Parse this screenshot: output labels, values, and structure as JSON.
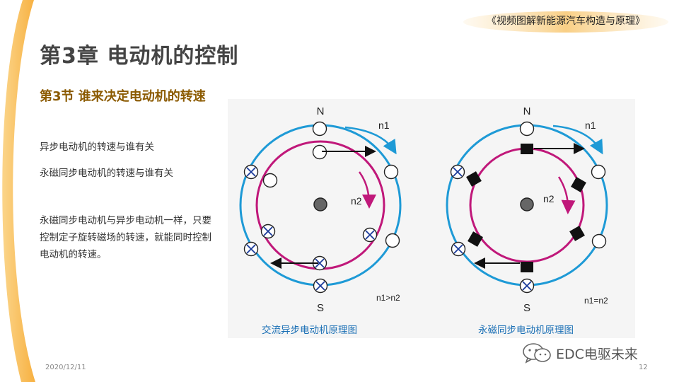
{
  "header": {
    "book_title": "《视频图解新能源汽车构造与原理》"
  },
  "chapter_title": "第3章  电动机的控制",
  "section_title": "第3节  谁来决定电动机的转速",
  "questions": [
    "异步电动机的转速与谁有关",
    "永磁同步电动机的转速与谁有关"
  ],
  "paragraph": "永磁同步电动机与异步电动机一样，只要控制定子旋转磁场的转速，就能同时控制电动机的转速。",
  "diagram_left": {
    "caption": "交流异步电动机原理图",
    "north": "N",
    "south": "S",
    "label_outer": "n1",
    "label_inner": "n2",
    "relation": "n1>n2"
  },
  "diagram_right": {
    "caption": "永磁同步电动机原理图",
    "north": "N",
    "south": "S",
    "label_outer": "n1",
    "label_inner": "n2",
    "relation": "n1=n2"
  },
  "footer": {
    "date": "2020/12/11",
    "page": "12",
    "watermark": "EDC电驱未来"
  },
  "colors": {
    "stator": "#1e9ad6",
    "rotor": "#c0187a",
    "accent_orange": "#f5b54a",
    "section_brown": "#8B5A00"
  }
}
